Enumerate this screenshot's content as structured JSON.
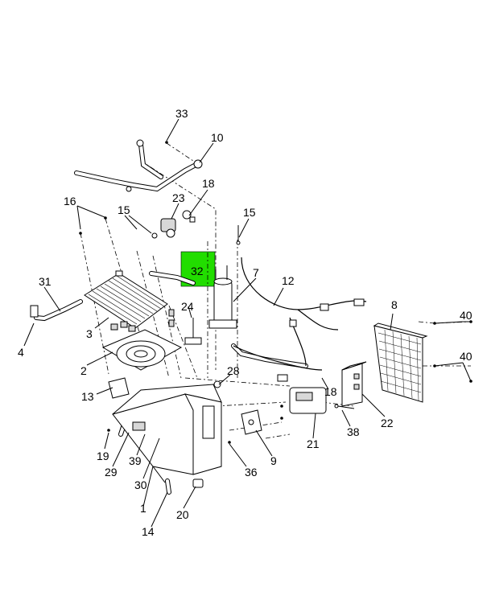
{
  "diagram": {
    "highlight_color": "#22dd00",
    "highlighted_callout": "32",
    "callouts": {
      "c1": "1",
      "c2": "2",
      "c3": "3",
      "c4": "4",
      "c7": "7",
      "c8": "8",
      "c9": "9",
      "c10": "10",
      "c12": "12",
      "c13": "13",
      "c14": "14",
      "c15a": "15",
      "c15b": "15",
      "c16": "16",
      "c18a": "18",
      "c18b": "18",
      "c19": "19",
      "c20": "20",
      "c21": "21",
      "c22": "22",
      "c23": "23",
      "c24": "24",
      "c28": "28",
      "c29": "29",
      "c30": "30",
      "c31": "31",
      "c32": "32",
      "c33": "33",
      "c36": "36",
      "c38": "38",
      "c39": "39",
      "c40a": "40",
      "c40b": "40"
    }
  }
}
